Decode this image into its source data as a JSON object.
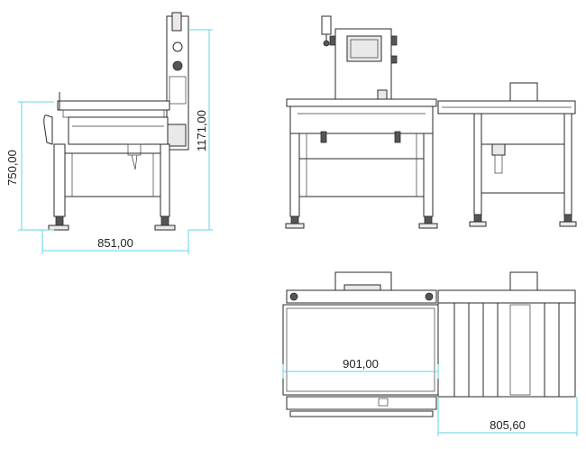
{
  "dimensions": {
    "side_height": "750,00",
    "side_total_height": "1171,00",
    "side_width": "851,00",
    "top_length": "901,00",
    "top_outfeed_length": "805,60"
  },
  "colors": {
    "dimension_line": "#5fd6e6",
    "outline": "#2a2a2a",
    "background": "#ffffff"
  }
}
